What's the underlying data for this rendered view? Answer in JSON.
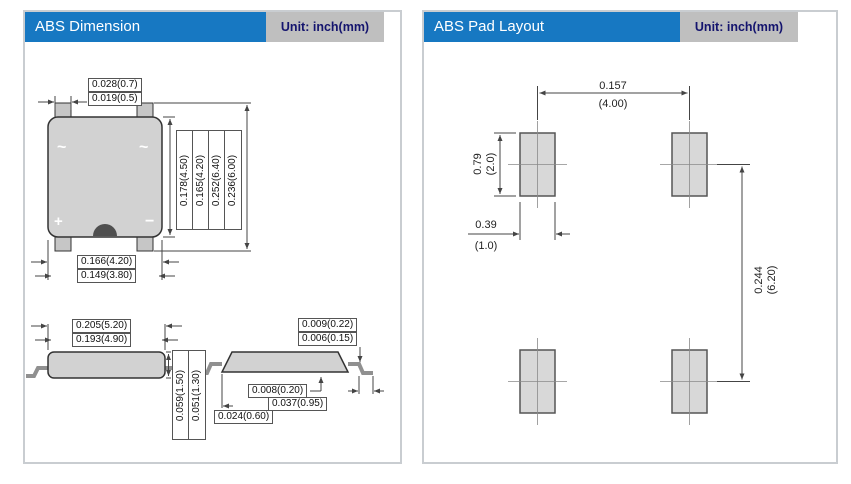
{
  "colors": {
    "header_blue": "#1778c2",
    "header_gray": "#bfbfbf",
    "unit_text": "#14146e",
    "line": "#444444",
    "pad_fill": "#d8d8d8",
    "body_fill": "#d2d2d2"
  },
  "panels": {
    "dimension": {
      "title": "ABS Dimension",
      "unit_label": "Unit: inch(mm)",
      "top_view": {
        "symbols": {
          "ac_left": "~",
          "ac_right": "~",
          "positive": "+",
          "negative": "−"
        },
        "dims": {
          "lead_width": [
            "0.028(0.7)",
            "0.019(0.5)"
          ],
          "height": [
            "0.178(4.50)",
            "0.165(4.20)",
            "0.252(6.40)",
            "0.236(6.00)"
          ],
          "width": [
            "0.166(4.20)",
            "0.149(3.80)"
          ]
        }
      },
      "side_view": {
        "length": [
          "0.205(5.20)",
          "0.193(4.90)"
        ],
        "height": [
          "0.059(1.50)",
          "0.051(1.30)"
        ]
      },
      "profile_view": {
        "lead_thickness": [
          "0.009(0.22)",
          "0.006(0.15)"
        ],
        "foot": [
          "0.008(0.20)",
          "0.037(0.95)",
          "0.024(0.60)"
        ]
      }
    },
    "pad_layout": {
      "title": "ABS Pad Layout",
      "unit_label": "Unit: inch(mm)",
      "dims": {
        "pitch_x": [
          "0.157",
          "(4.00)"
        ],
        "pad_height": [
          "0.79",
          "(2.0)"
        ],
        "pad_width": [
          "0.39",
          "(1.0)"
        ],
        "pitch_y": [
          "0.244",
          "(6.20)"
        ]
      }
    }
  }
}
